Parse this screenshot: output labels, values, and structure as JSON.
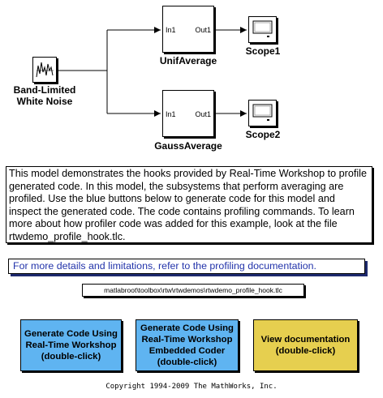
{
  "model": {
    "noise_block": {
      "label_line1": "Band-Limited",
      "label_line2": "White Noise"
    },
    "unif_block": {
      "in_port": "In1",
      "out_port": "Out1",
      "label": "UnifAverage"
    },
    "gauss_block": {
      "in_port": "In1",
      "out_port": "Out1",
      "label": "GaussAverage"
    },
    "scope1": {
      "label": "Scope1"
    },
    "scope2": {
      "label": "Scope2"
    }
  },
  "description": "This model demonstrates the hooks provided by Real-Time Workshop to profile generated code. In this model, the subsystems that perform averaging are profiled. Use the blue buttons below to generate code for this model and inspect the generated code.  The code contains profiling commands. To learn more about how profiler code was added for this example, look at the file rtwdemo_profile_hook.tlc.",
  "more_details_link": "For more details and limitations, refer to the profiling documentation.",
  "file_path": "matlabroot\\toolbox\\rtw\\rtwdemos\\rtwdemo_profile_hook.tlc",
  "buttons": {
    "grt": {
      "label": "Generate Code Using\nReal-Time Workshop\n(double-click)",
      "color": "#5fb4f1"
    },
    "ert": {
      "label": "Generate Code Using\nReal-Time Workshop\nEmbedded Coder\n(double-click)",
      "color": "#5fb4f1"
    },
    "doc": {
      "label": "View documentation\n(double-click)",
      "color": "#e6cf4f"
    }
  },
  "copyright": "Copyright 1994-2009 The MathWorks, Inc."
}
